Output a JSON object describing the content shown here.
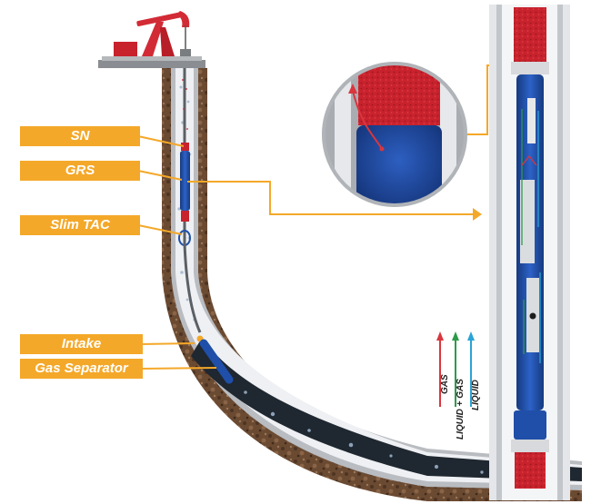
{
  "labels": {
    "sn": "SN",
    "grs": "GRS",
    "slim_tac": "Slim TAC",
    "intake": "Intake",
    "gas_separator": "Gas Separator"
  },
  "legend": [
    {
      "text": "GAS",
      "color": "#d9363e"
    },
    {
      "text": "LIQUID + GAS",
      "color": "#2e9a4a"
    },
    {
      "text": "LIQUID",
      "color": "#2aa3d6"
    }
  ],
  "colors": {
    "callout": "#f4a829",
    "rock": "#6b4a32",
    "casing": "#c9ccd0",
    "tool_blue": "#1f4fa8",
    "tool_red": "#c8222d"
  }
}
